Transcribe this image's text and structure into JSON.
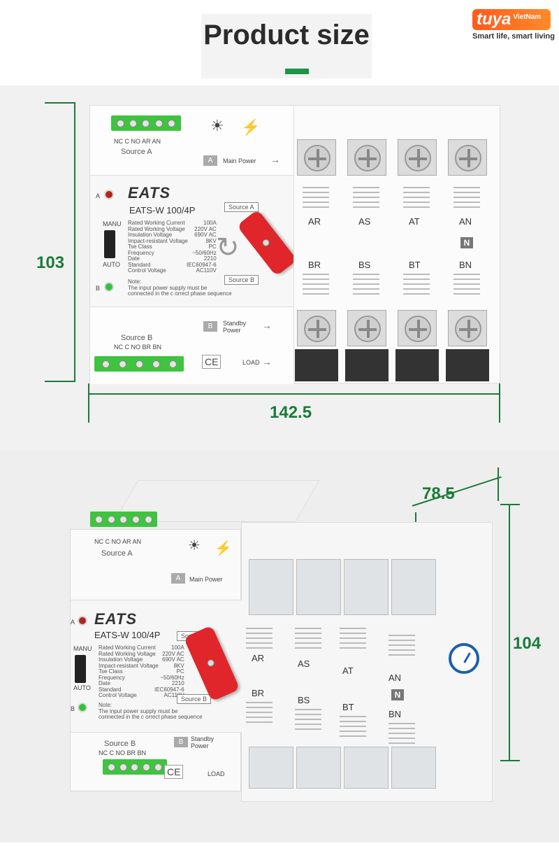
{
  "header": {
    "title": "Product size",
    "brand": {
      "name": "tuya",
      "sub": "VietNam",
      "tagline": "Smart life, smart living"
    }
  },
  "dimensions": {
    "height_front": "103",
    "width": "142.5",
    "depth": "78.5",
    "height_side": "104"
  },
  "device": {
    "terminals_a": "NC  C  NO  AR  AN",
    "terminals_b": "NC  C  NO  BR  BN",
    "source_a": "Source A",
    "source_b": "Source B",
    "letter_a": "A",
    "letter_b": "B",
    "main_power": "Main Power",
    "standby_power": "Standby Power",
    "load": "LOAD",
    "logo": "EATS",
    "model": "EATS-W 100/4P",
    "manu": "MANU",
    "auto": "AUTO",
    "spec_left": "Rated Working Current\nRated Working Voltage\nInsulation Voltage\nImpact-resistant Voltage\nTse Class\nFrequency\nDate\nStandard\nControl Voltage",
    "spec_right": "100A\n220V AC\n690V AC\n8KV\nPC\n~50/60Hz\n2210\nIEC60947-6\nAC110V",
    "note": "Note:\nThe input power supply must be\nconnected in the c orrect phase sequence",
    "tag_source_a": "Source A",
    "tag_source_b": "Source B",
    "ce": "CE",
    "phases_top": [
      "AR",
      "AS",
      "AT",
      "AN"
    ],
    "phases_bottom": [
      "BR",
      "BS",
      "BT",
      "BN"
    ],
    "n_mark": "N"
  }
}
